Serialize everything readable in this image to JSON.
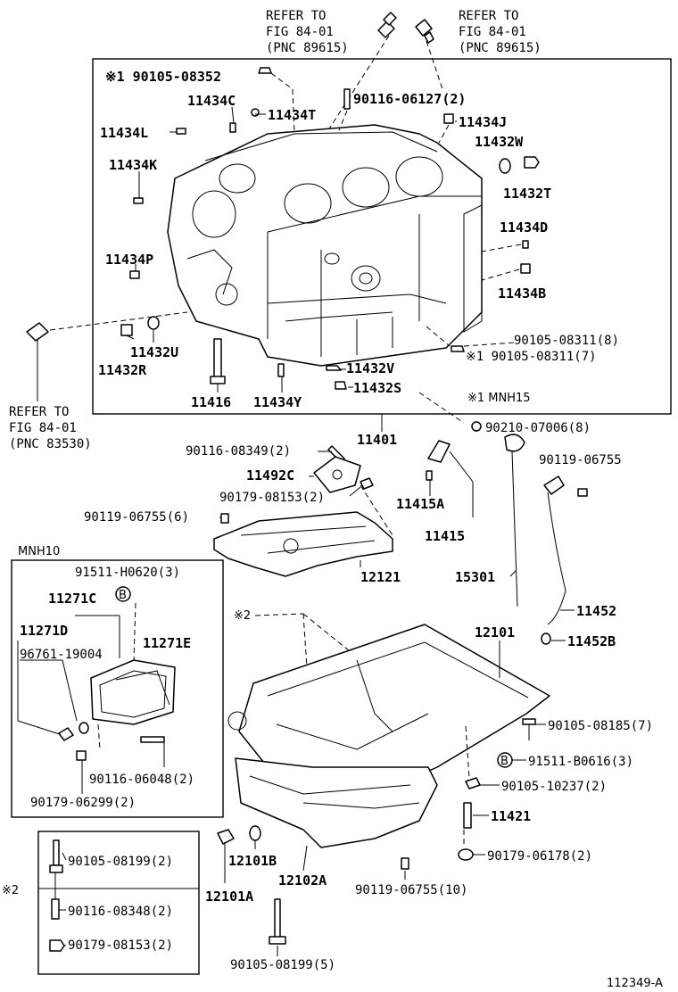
{
  "refs": {
    "top_left": [
      "REFER TO",
      "FIG 84-01",
      "(PNC 89615)"
    ],
    "top_right": [
      "REFER TO",
      "FIG 84-01",
      "(PNC 89615)"
    ],
    "left": [
      "REFER TO",
      "FIG 84-01",
      "(PNC 83530)"
    ]
  },
  "labels": {
    "p90105_08352": "※1 90105-08352",
    "p11434C": "11434C",
    "p11434T": "11434T",
    "p90116_06127": "90116-06127(2)",
    "p11434J": "11434J",
    "p11432W": "11432W",
    "p11432T": "11432T",
    "p11434L": "11434L",
    "p11434K": "11434K",
    "p11434D": "11434D",
    "p11434P": "11434P",
    "p11434B": "11434B",
    "p11432U": "11432U",
    "p11432R": "11432R",
    "p90105_08311_8": "90105-08311(8)",
    "p90105_08311_7": "※1 90105-08311(7)",
    "p11432V": "11432V",
    "p11432S": "11432S",
    "p11416": "11416",
    "p11434Y": "11434Y",
    "mnh15": "※1 MNH15",
    "p90210_07006": "90210-07006(8)",
    "p11401": "11401",
    "p90116_08349": "90116-08349(2)",
    "p11492C": "11492C",
    "p90179_08153_2a": "90179-08153(2)",
    "p90119_06755": "90119-06755",
    "p11415A": "11415A",
    "p11415": "11415",
    "p90119_06755_6": "90119-06755(6)",
    "mnh10": "MNH10",
    "p91511_H0620": "91511-H0620(3)",
    "p11271C": "11271C",
    "b_marker_1": "B",
    "p11271D": "11271D",
    "p11271E": "11271E",
    "p96761_19004": "96761-19004",
    "p12121": "12121",
    "p15301": "15301",
    "p11452": "11452",
    "p11452B": "11452B",
    "star2_top": "※2",
    "p12101": "12101",
    "p90105_08185": "90105-08185(7)",
    "b_marker_2": "B",
    "p91511_B0616": "91511-B0616(3)",
    "p90116_06048": "90116-06048(2)",
    "p90105_10237": "90105-10237(2)",
    "p90179_06299": "90179-06299(2)",
    "p11421": "11421",
    "p90179_06178": "90179-06178(2)",
    "p90105_08199_2": "90105-08199(2)",
    "p12101B": "12101B",
    "p12102A": "12102A",
    "p90119_06755_10": "90119-06755(10)",
    "star2_left": "※2",
    "p12101A": "12101A",
    "p90116_08348": "90116-08348(2)",
    "p90179_08153_2b": "90179-08153(2)",
    "p90105_08199_5": "90105-08199(5)"
  },
  "figure_id": "112349-A"
}
